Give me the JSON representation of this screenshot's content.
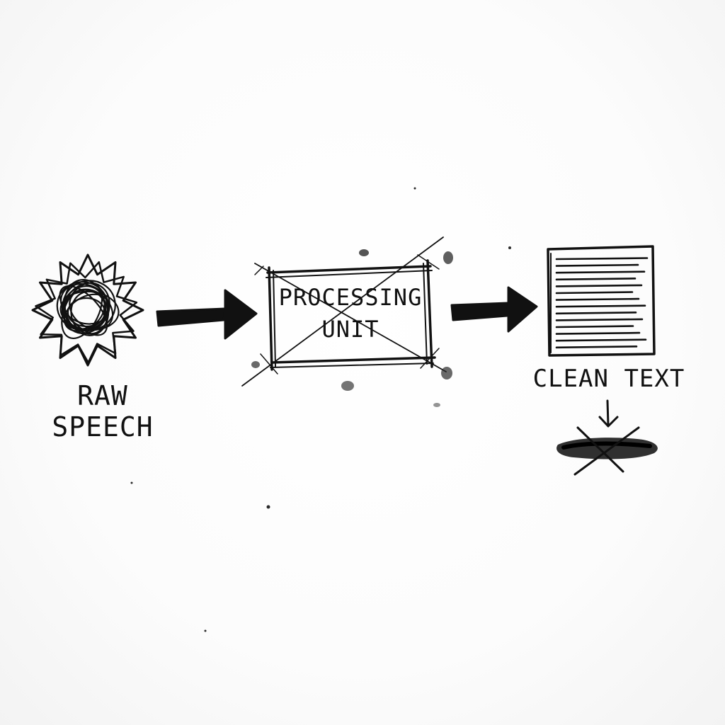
{
  "diagram": {
    "nodes": [
      {
        "id": "raw-speech",
        "icon": "scribble-starburst-icon",
        "label_lines": [
          "RAW",
          "SPEECH"
        ]
      },
      {
        "id": "processing-unit",
        "icon": "crossed-box",
        "label_lines": [
          "PROCESSING",
          "UNIT"
        ]
      },
      {
        "id": "clean-text",
        "icon": "document-lines-icon",
        "label": "CLEAN TEXT"
      }
    ],
    "edges": [
      {
        "from": "raw-speech",
        "to": "processing-unit"
      },
      {
        "from": "processing-unit",
        "to": "clean-text"
      }
    ],
    "trailing_mark": {
      "after": "clean-text",
      "icon": "down-arrow-icon",
      "target": "crossed-out-smudge-icon"
    }
  },
  "colors": {
    "ink": "#111111",
    "paper": "#ffffff",
    "smudge": "#2a2a2a"
  }
}
